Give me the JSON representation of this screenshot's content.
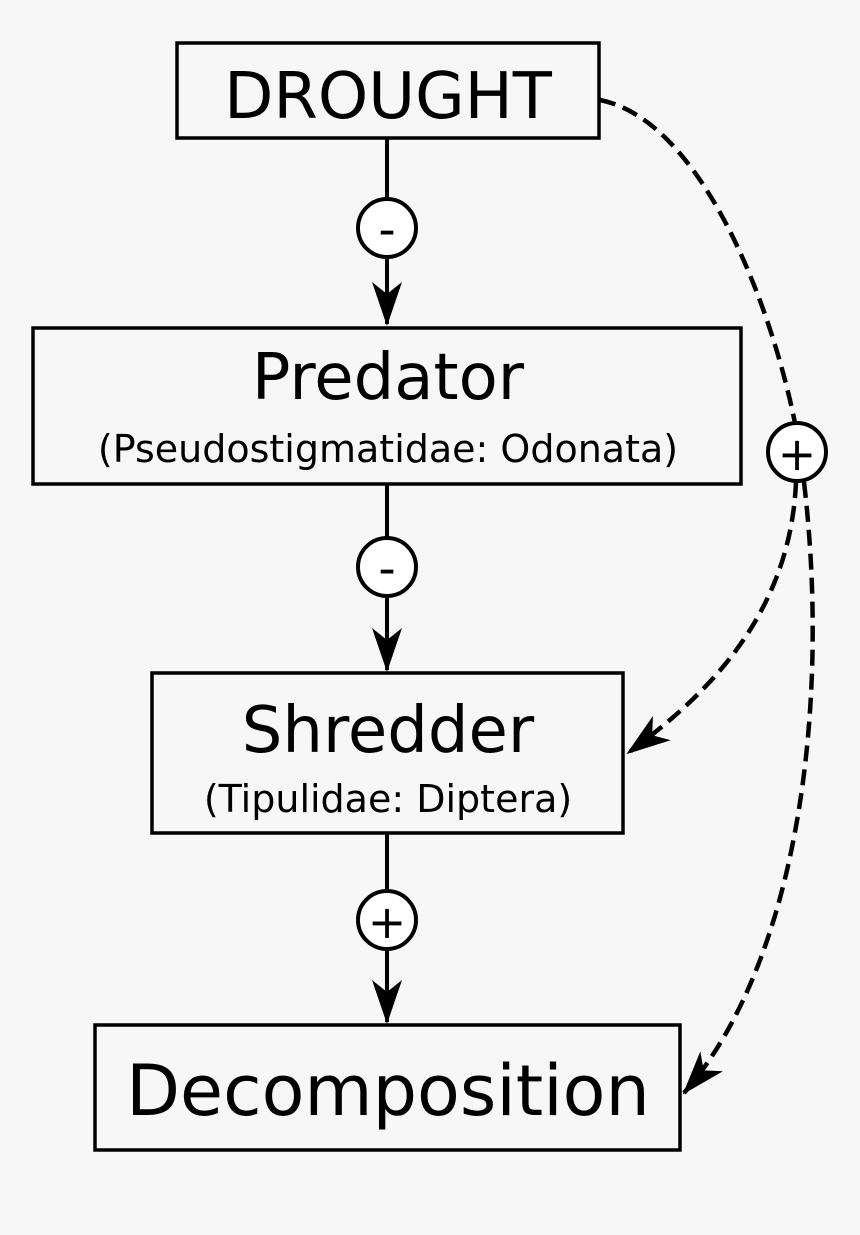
{
  "nodes": {
    "drought": {
      "title": "DROUGHT"
    },
    "predator": {
      "title": "Predator",
      "subtitle": "(Pseudostigmatidae: Odonata)"
    },
    "shredder": {
      "title": "Shredder",
      "subtitle": "(Tipulidae: Diptera)"
    },
    "decomposition": {
      "title": "Decomposition"
    }
  },
  "edges": {
    "drought_to_predator": {
      "sign": "-",
      "style": "solid"
    },
    "predator_to_shredder": {
      "sign": "-",
      "style": "solid"
    },
    "shredder_to_decomposition": {
      "sign": "+",
      "style": "solid"
    },
    "drought_indirect": {
      "sign": "+",
      "style": "dashed",
      "targets": [
        "Shredder",
        "Decomposition"
      ]
    }
  }
}
